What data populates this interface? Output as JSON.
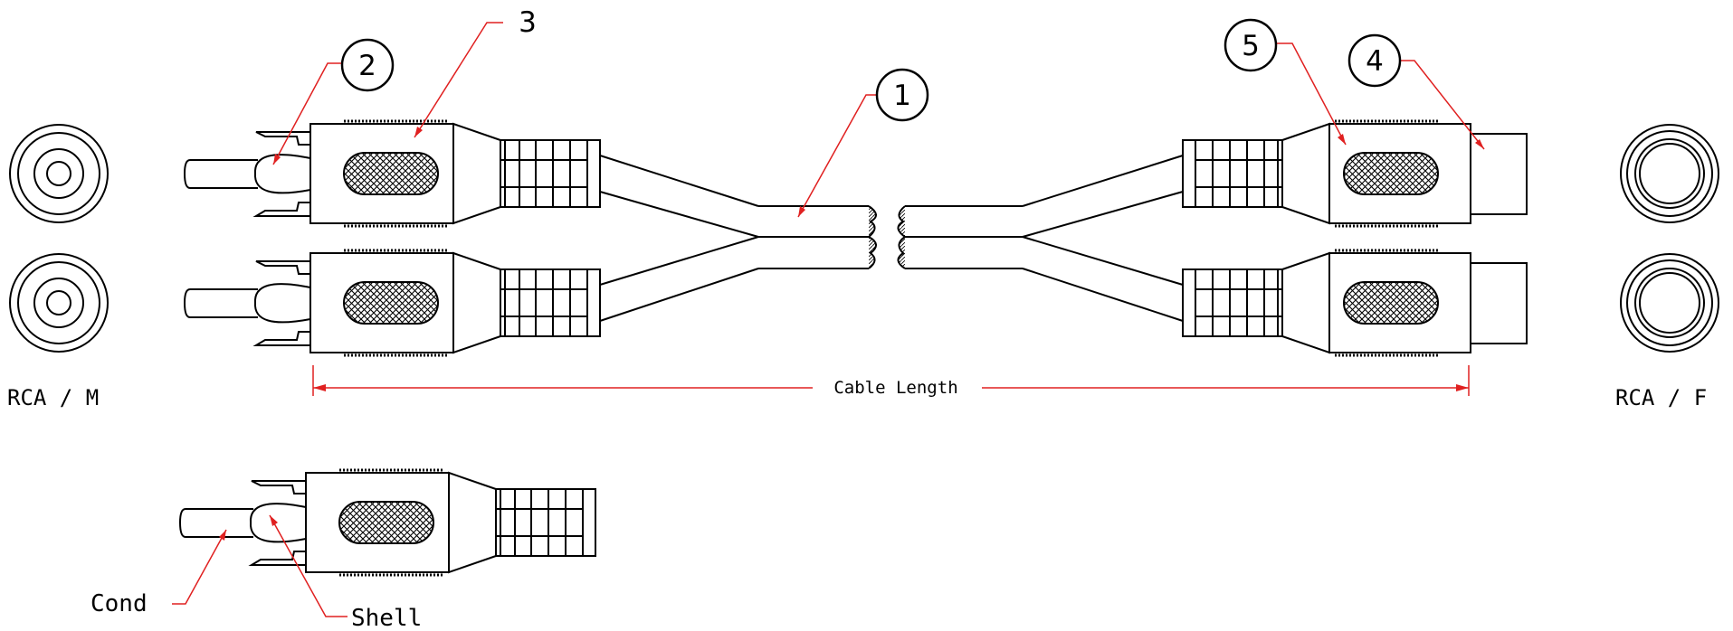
{
  "labels": {
    "rca_male": "RCA / M",
    "rca_female": "RCA / F",
    "cable_length": "Cable Length",
    "conductor": "Cond",
    "shell": "Shell"
  },
  "callouts": [
    {
      "id": "callout-1",
      "text": "1"
    },
    {
      "id": "callout-2",
      "text": "2"
    },
    {
      "id": "callout-3",
      "text": "3"
    },
    {
      "id": "callout-4",
      "text": "4"
    },
    {
      "id": "callout-5",
      "text": "5"
    }
  ],
  "colors": {
    "line": "#000000",
    "dimension": "#e02020",
    "background": "#ffffff"
  }
}
